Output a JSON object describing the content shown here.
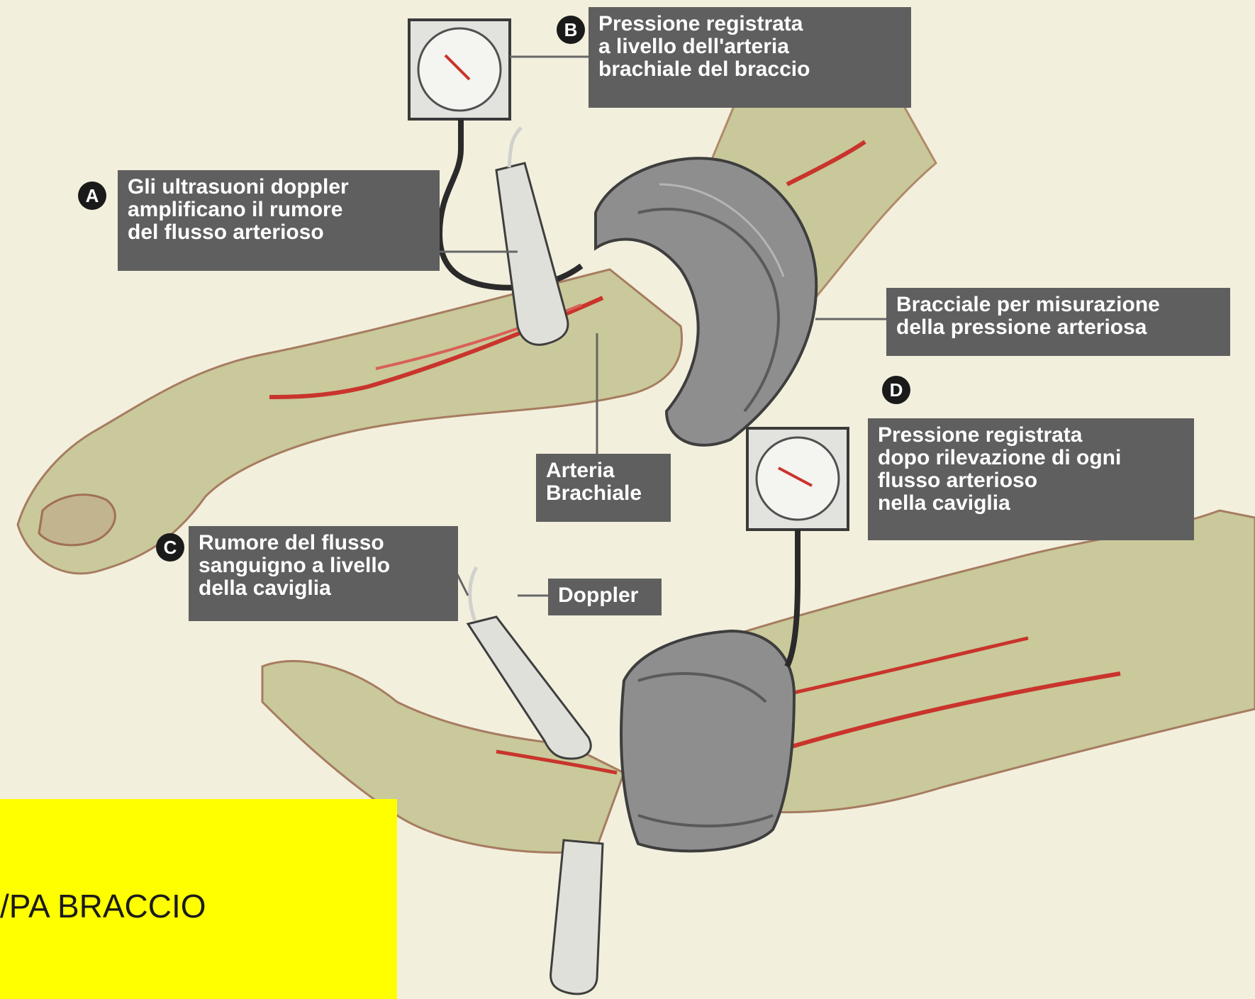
{
  "callouts": {
    "a": {
      "badge": "A",
      "lines": [
        "Gli ultrasuoni doppler",
        "amplificano il rumore",
        "del flusso arterioso"
      ]
    },
    "b": {
      "badge": "B",
      "lines": [
        "Pressione registrata",
        "a livello dell'arteria",
        "brachiale del braccio"
      ]
    },
    "c": {
      "badge": "C",
      "lines": [
        "Rumore del flusso",
        "sanguigno a livello",
        "della caviglia"
      ]
    },
    "d": {
      "badge": "D",
      "lines": [
        "Pressione registrata",
        "dopo rilevazione di ogni",
        "flusso arterioso",
        "nella caviglia"
      ]
    },
    "cuff": {
      "lines": [
        "Bracciale per misurazione",
        "della pressione arteriosa"
      ]
    },
    "artery": {
      "lines": [
        "Arteria",
        "Brachiale"
      ]
    },
    "doppler": {
      "lines": [
        "Doppler"
      ]
    }
  },
  "overlay": {
    "text": "/PA BRACCIO"
  },
  "colors": {
    "background": "#f3efdd",
    "callout_fill": "#5f5f5f",
    "highlight": "#ffff00",
    "skin": "#c9c99b",
    "artery": "#c9342c",
    "cuff": "#8e8e8e"
  }
}
